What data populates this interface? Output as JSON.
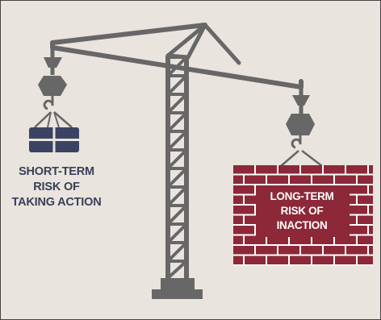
{
  "left_label": {
    "lines": [
      "SHORT-TERM",
      "RISK OF",
      "TAKING ACTION"
    ]
  },
  "right_label": {
    "lines": [
      "LONG-TERM",
      "RISK OF",
      "INACTION"
    ]
  },
  "colors": {
    "background": "#e9e4dd",
    "crane": "#676767",
    "short_term_load": "#3a4363",
    "long_term_load": "#8c2838",
    "load_mortar": "#ffffff"
  },
  "icons": [
    "crane-icon",
    "hook-icon",
    "block-load-icon",
    "brick-wall-icon"
  ]
}
